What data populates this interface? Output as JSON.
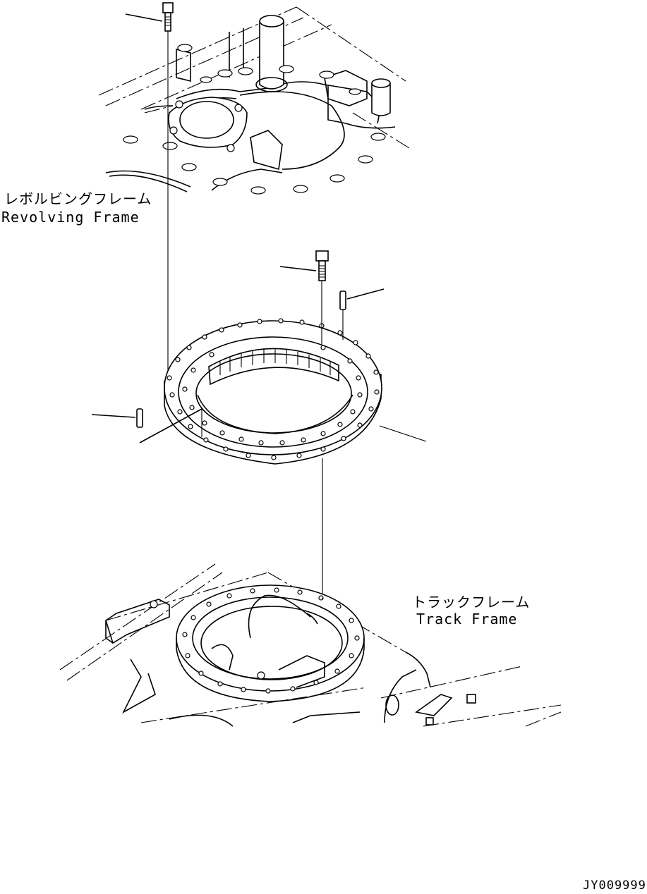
{
  "labels": {
    "revolving_frame_jp": "レボルビングフレーム",
    "revolving_frame_en": "Revolving Frame",
    "track_frame_jp": "トラックフレーム",
    "track_frame_en": "Track Frame",
    "drawing_code": "JY009999"
  },
  "colors": {
    "line": "#000000",
    "background": "#ffffff"
  }
}
